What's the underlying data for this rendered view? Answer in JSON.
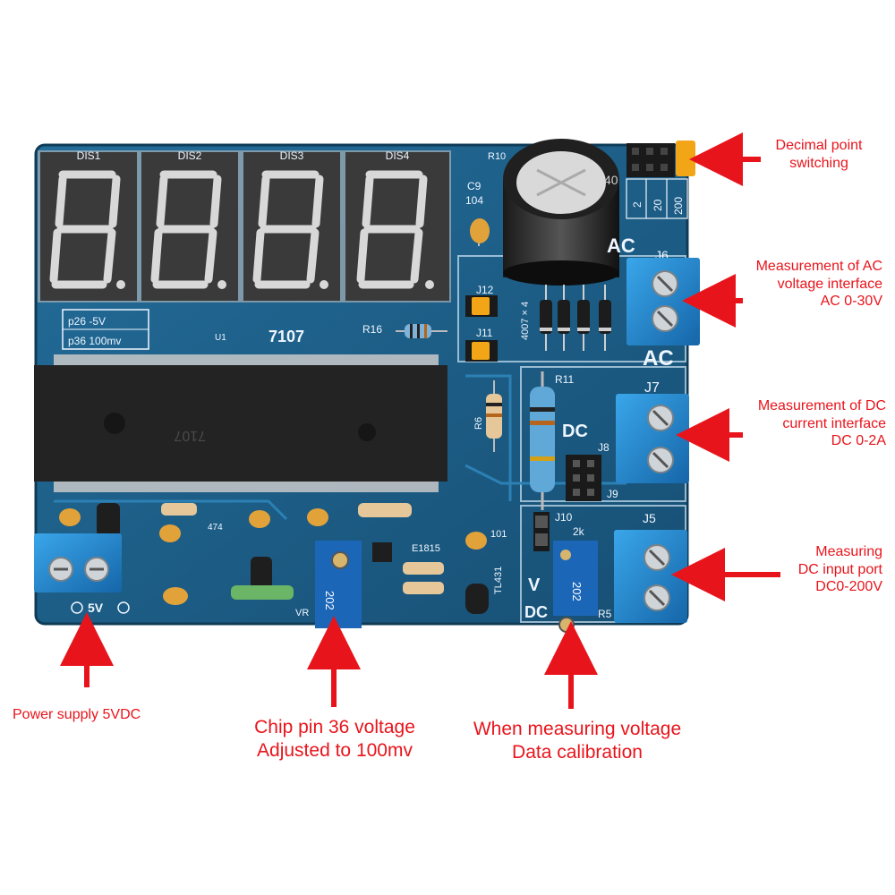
{
  "board": {
    "digit_labels": [
      "DIS1",
      "DIS2",
      "DIS3",
      "DIS4"
    ],
    "silkscreen": {
      "chip": "7107",
      "chip_marking": "7107",
      "ref_note_1": "p26 -5V",
      "ref_note_2": "p36 100mv",
      "u1": "U1",
      "r16": "R16",
      "r10": "R10",
      "c9": "C9",
      "c9_value": "104",
      "j12": "J12",
      "j11": "J11",
      "diodes": "4007 × 4",
      "ac_top": "AC",
      "ac_bottom": "AC",
      "j6": "J6",
      "j7": "J7",
      "j8": "J8",
      "j9": "J9",
      "j10": "J10",
      "j5": "J5",
      "dc_label": "DC",
      "v_dc": "V\nDC",
      "r11": "R11",
      "r6": "R6",
      "r5": "R5",
      "range_2": "2",
      "range_20": "20",
      "range_200": "200",
      "pot_value": "202",
      "trim_value": "2k",
      "power_label": "5V",
      "e1815": "E1815",
      "tl431": "TL431",
      "vr": "VR",
      "c101": "101",
      "c474": "474"
    }
  },
  "callouts": {
    "decimal_point": {
      "line1": "Decimal point",
      "line2": "switching"
    },
    "ac_measure": {
      "line1": "Measurement of AC",
      "line2": "voltage interface",
      "line3": "AC 0-30V"
    },
    "dc_current": {
      "line1": "Measurement of DC",
      "line2": "current interface",
      "line3": "DC 0-2A"
    },
    "dc_input": {
      "line1": "Measuring",
      "line2": "DC input port",
      "line3": "DC0-200V"
    },
    "power_supply": {
      "line1": "Power supply 5VDC"
    },
    "chip_pin": {
      "line1": "Chip pin 36 voltage",
      "line2": "Adjusted to 100mv"
    },
    "calibration": {
      "line1": "When measuring voltage",
      "line2": "Data calibration"
    }
  },
  "colors": {
    "pcb": "#1d5f8a",
    "pcb_dark": "#144765",
    "terminal": "#1e88d2",
    "callout": "#e8141b",
    "jumper": "#f2a516"
  }
}
